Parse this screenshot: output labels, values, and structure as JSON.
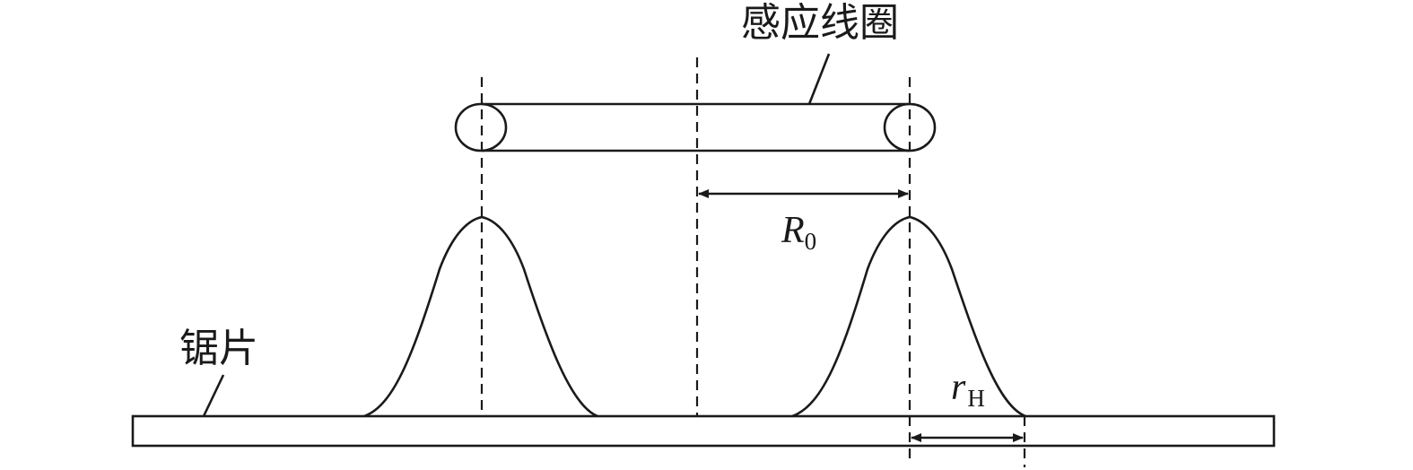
{
  "labels": {
    "coil": "感应线圈",
    "blade": "锯片",
    "r0_main": "R",
    "r0_sub": "0",
    "rh_main": "r",
    "rh_sub": "H"
  },
  "colors": {
    "line": "#1a1a1a",
    "background": "#ffffff"
  }
}
